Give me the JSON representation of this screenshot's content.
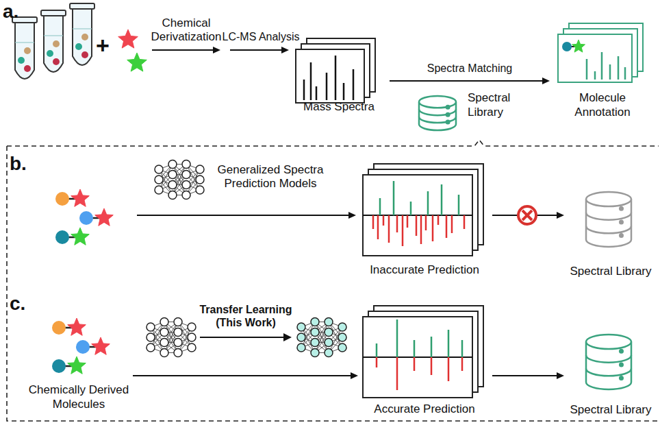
{
  "diagram": {
    "nodes": [
      {
        "text": [
          "Mass Spectra"
        ]
      },
      {
        "text": [
          "Spectral Library"
        ]
      },
      {
        "text": [
          "Molecule Annotation"
        ]
      },
      {
        "text": [
          "Inaccurate Prediction"
        ]
      },
      {
        "text": [
          "Spectral Library"
        ]
      },
      {
        "text": [
          "Chemically Derived Molecules"
        ]
      },
      {
        "text": [
          "Accurate Prediction"
        ]
      },
      {
        "text": [
          "Spectral Library"
        ]
      }
    ],
    "edges": [
      {
        "from": 0,
        "to": 2,
        "arrow": "to",
        "label": "Spectra Matching"
      },
      {
        "from": 3,
        "to": 4,
        "arrow": "to"
      },
      {
        "from": 5,
        "to": 6,
        "arrow": "to"
      },
      {
        "from": 6,
        "to": 7,
        "arrow": "to"
      }
    ],
    "labels": [
      "a.",
      "+",
      "Chemical Derivatization",
      "LC-MS Analysis",
      "b.",
      "Generalized Spectra Prediction Models",
      "c.",
      "Transfer Learning (This Work)"
    ]
  }
}
